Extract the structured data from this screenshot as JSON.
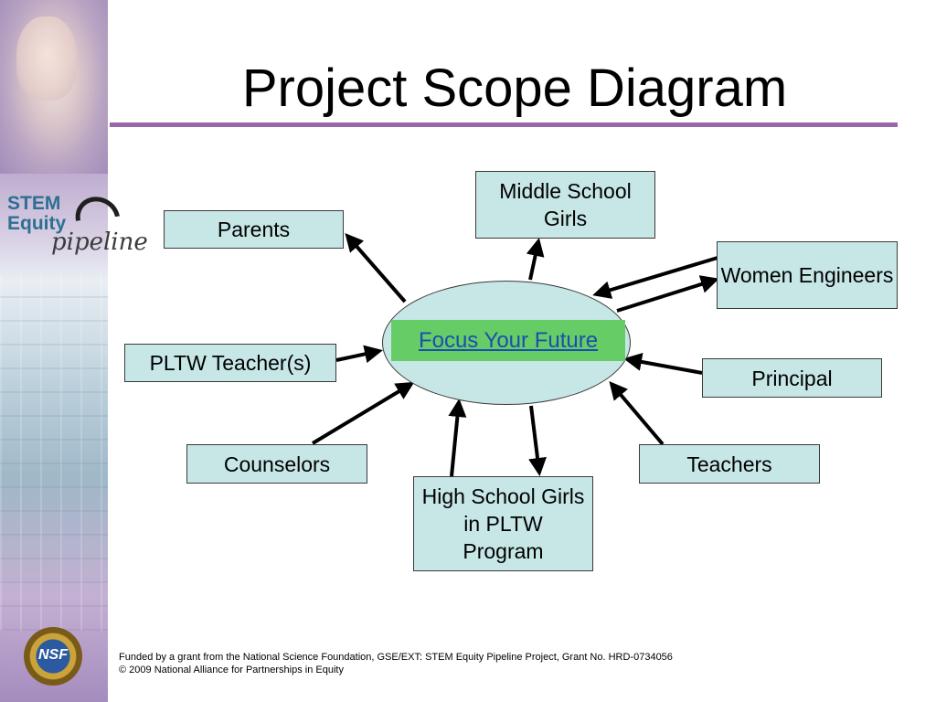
{
  "title": "Project Scope Diagram",
  "center": {
    "label": "Focus Your Future"
  },
  "nodes": {
    "middle_school": "Middle School Girls",
    "parents": "Parents",
    "women_engineers": "Women Engineers",
    "pltw_teachers": "PLTW Teacher(s)",
    "principal": "Principal",
    "counselors": "Counselors",
    "teachers": "Teachers",
    "high_school": "High School Girls in PLTW Program"
  },
  "sidebar": {
    "logo_line1": "STEM",
    "logo_line2": "Equity",
    "logo_line3": "pipeline",
    "nsf": "NSF"
  },
  "footer": {
    "line1": "Funded by a grant from the National Science Foundation, GSE/EXT: STEM Equity Pipeline Project, Grant No. HRD-0734056",
    "line2": "© 2009 National Alliance for Partnerships in Equity"
  }
}
